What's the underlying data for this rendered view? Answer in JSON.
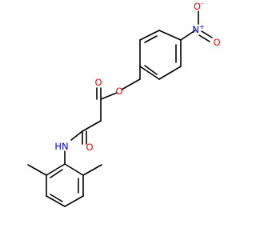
{
  "molecule": {
    "atoms": [
      {
        "id": "n-nitro",
        "symbol": "N",
        "charge": "+",
        "color": "#0000ff"
      },
      {
        "id": "o-nitro-top",
        "symbol": "O",
        "charge": "-",
        "color": "#ff0000"
      },
      {
        "id": "o-nitro-right",
        "symbol": "O",
        "charge": "",
        "color": "#ff0000"
      },
      {
        "id": "o-ester-single",
        "symbol": "O",
        "charge": "",
        "color": "#ff0000"
      },
      {
        "id": "o-ester-carbonyl",
        "symbol": "O",
        "charge": "",
        "color": "#ff0000"
      },
      {
        "id": "o-amide-carbonyl",
        "symbol": "O",
        "charge": "",
        "color": "#ff0000"
      },
      {
        "id": "n-amide",
        "symbol": "HN",
        "charge": "",
        "color": "#0000ff"
      }
    ],
    "bond_color": "#000000"
  }
}
